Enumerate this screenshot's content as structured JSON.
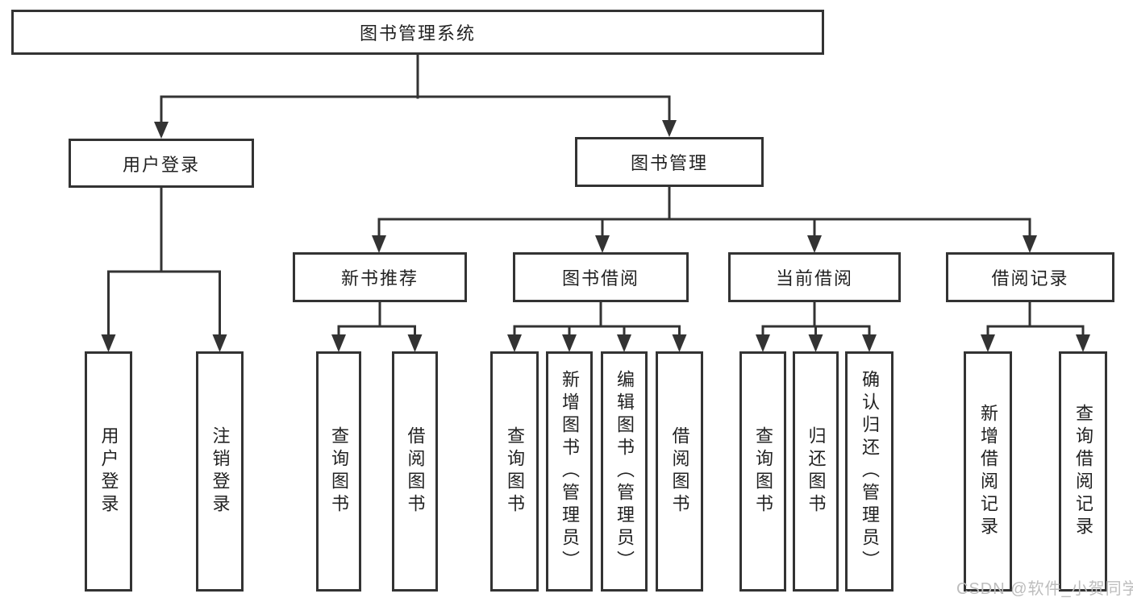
{
  "tree": {
    "root": {
      "label": "图书管理系统"
    },
    "user_login": {
      "label": "用户登录",
      "children": [
        {
          "label": "用户登录"
        },
        {
          "label": "注销登录"
        }
      ]
    },
    "book_mgmt": {
      "label": "图书管理",
      "children": [
        {
          "label": "新书推荐",
          "children": [
            {
              "label": "查询图书"
            },
            {
              "label": "借阅图书"
            }
          ]
        },
        {
          "label": "图书借阅",
          "children": [
            {
              "label": "查询图书"
            },
            {
              "label": "新增图书（管理员）"
            },
            {
              "label": "编辑图书（管理员）"
            },
            {
              "label": "借阅图书"
            }
          ]
        },
        {
          "label": "当前借阅",
          "children": [
            {
              "label": "查询图书"
            },
            {
              "label": "归还图书"
            },
            {
              "label": "确认归还（管理员）"
            }
          ]
        },
        {
          "label": "借阅记录",
          "children": [
            {
              "label": "新增借阅记录"
            },
            {
              "label": "查询借阅记录"
            }
          ]
        }
      ]
    }
  },
  "watermark": {
    "text": "CSDN @软件_小贺同学"
  },
  "colors": {
    "line": "#333333",
    "box_border": "#333333",
    "text": "#222222",
    "watermark": "#bdbdbd",
    "background": "#ffffff"
  }
}
